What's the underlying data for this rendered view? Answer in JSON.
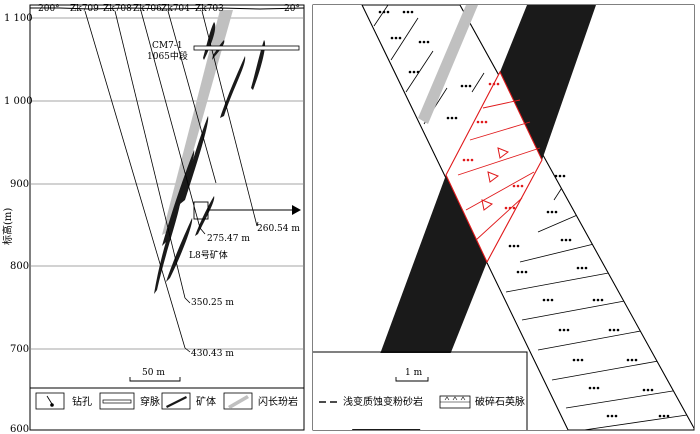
{
  "left_panel": {
    "azimuth_left": "200°",
    "azimuth_right": "20°",
    "drillholes": [
      "Zk709",
      "Zk708",
      "Zk706",
      "Zk704",
      "Zk703"
    ],
    "y_axis": {
      "label": "标高(m)",
      "ticks": [
        "1 100",
        "1 000",
        "900",
        "800",
        "700",
        "600"
      ]
    },
    "adit_label_1": "CM7-1",
    "adit_label_2": "1065中段",
    "depth_labels": [
      "275.47 m",
      "260.54 m",
      "350.25 m",
      "430.43 m"
    ],
    "orebody_label": "L8号矿体",
    "scale_label": "50 m",
    "legend": [
      "钻孔",
      "穿脉",
      "矿体",
      "闪长玢岩"
    ]
  },
  "right_panel": {
    "scale_label": "1 m",
    "legend": [
      "浅变质蚀变粉砂岩",
      "破碎石英脉"
    ]
  },
  "colors": {
    "orebody": "#1a1a1a",
    "diorite": "#c0c0c0",
    "quartz_vein": "#e0191b",
    "ink": "#000000"
  }
}
